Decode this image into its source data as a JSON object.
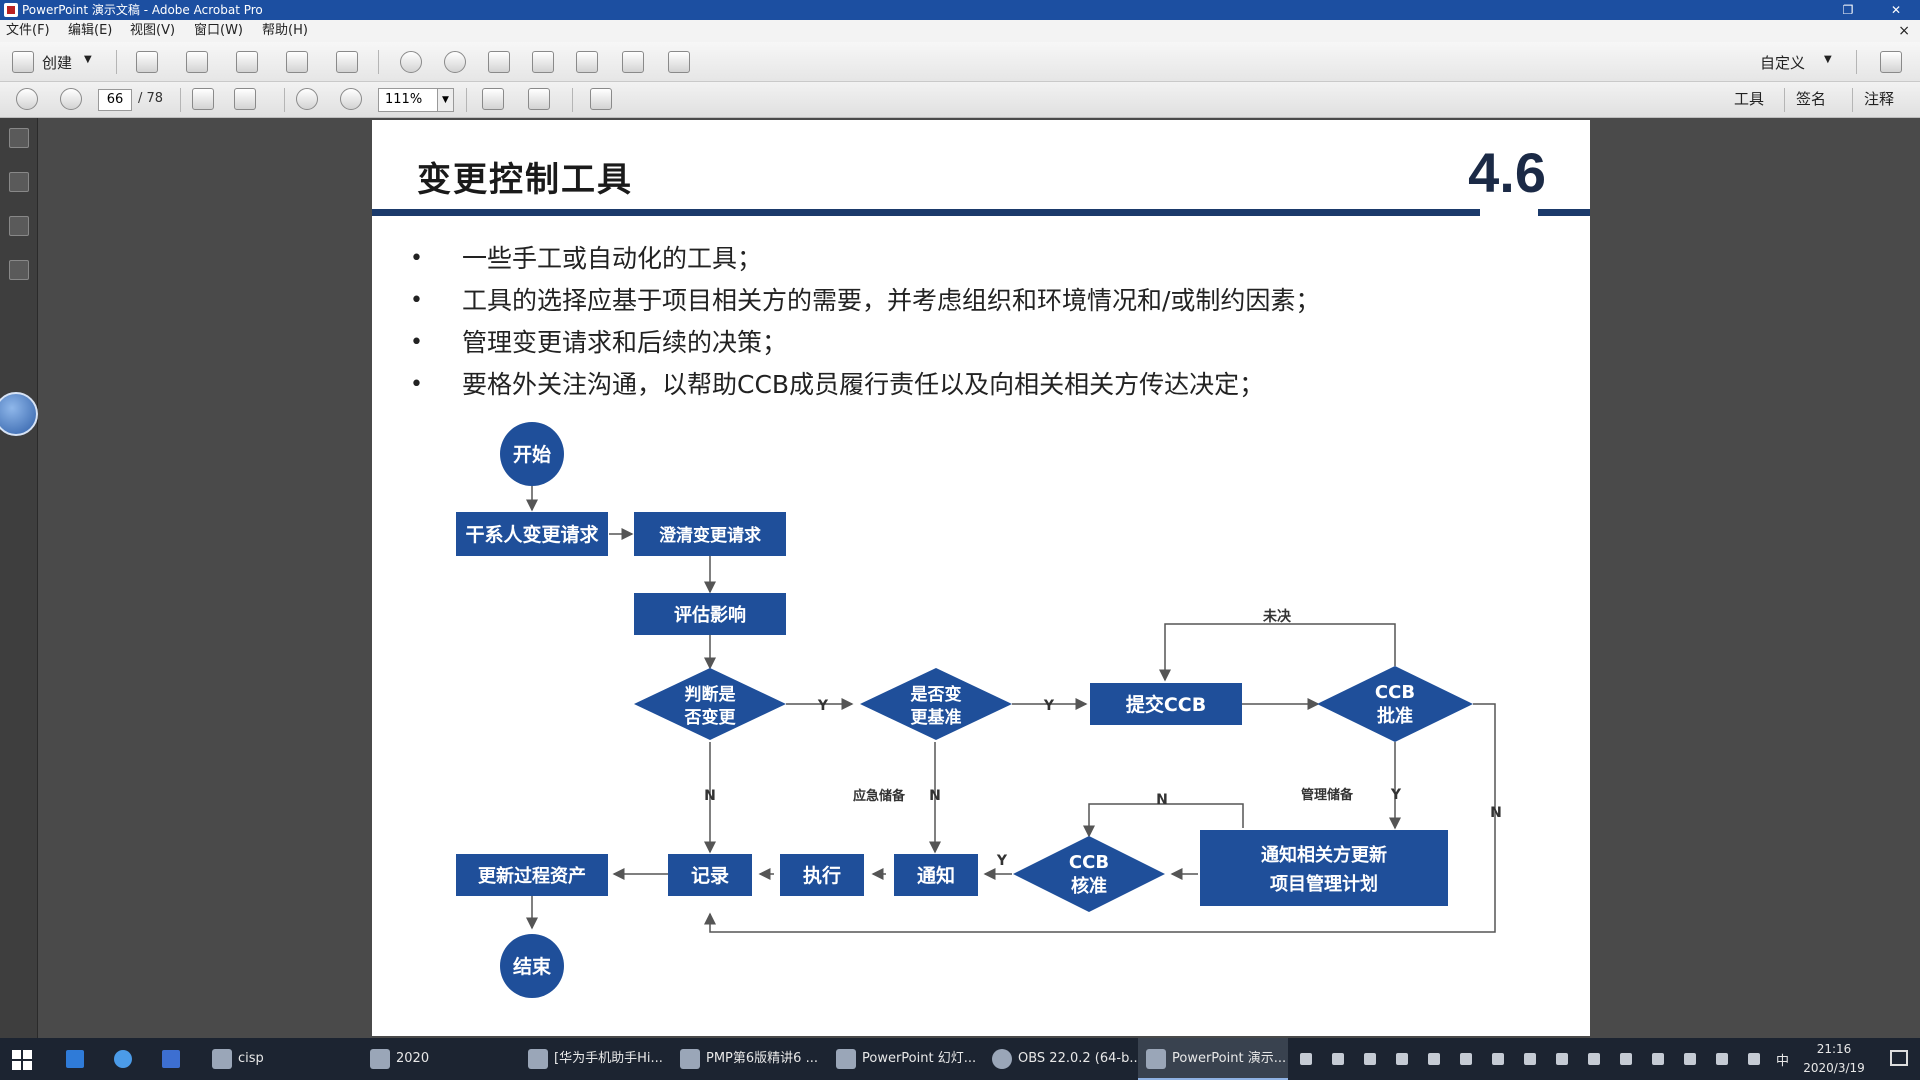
{
  "window": {
    "title": "PowerPoint 演示文稿 - Adobe Acrobat Pro",
    "restore_glyph": "❐",
    "close_glyph": "✕"
  },
  "menu": {
    "items": [
      "文件(F)",
      "编辑(E)",
      "视图(V)",
      "窗口(W)",
      "帮助(H)"
    ],
    "close_glyph": "×"
  },
  "toolbar": {
    "create_label": "创建",
    "customize_label": "自定义",
    "tools_label": "工具",
    "sign_label": "签名",
    "comment_label": "注释"
  },
  "navigation": {
    "current_page": "66",
    "total_pages": "/ 78",
    "zoom": "111%"
  },
  "slide": {
    "title": "变更控制工具",
    "section_number": "4.6",
    "bullets": [
      "一些手工或自动化的工具；",
      "工具的选择应基于项目相关方的需要，并考虑组织和环境情况和/或制约因素；",
      "管理变更请求和后续的决策；",
      "要格外关注沟通，以帮助CCB成员履行责任以及向相关相关方传达决定；"
    ],
    "flowchart": {
      "start": "开始",
      "end": "结束",
      "stakeholder_request": "干系人变更请求",
      "clarify_request": "澄清变更请求",
      "assess_impact": "评估影响",
      "judge_change_l1": "判断是",
      "judge_change_l2": "否变更",
      "change_baseline_l1": "是否变",
      "change_baseline_l2": "更基准",
      "submit_ccb": "提交CCB",
      "ccb_approve_l1": "CCB",
      "ccb_approve_l2": "批准",
      "pending": "未决",
      "contingency_reserve": "应急储备",
      "management_reserve": "管理储备",
      "update_assets": "更新过程资产",
      "record": "记录",
      "execute": "执行",
      "notify": "通知",
      "ccb_verify_l1": "CCB",
      "ccb_verify_l2": "核准",
      "notify_update_l1": "通知相关方更新",
      "notify_update_l2": "项目管理计划",
      "yes": "Y",
      "no": "N"
    }
  },
  "taskbar": {
    "items": [
      "cisp",
      "2020",
      "[华为手机助手Hi...",
      "PMP第6版精讲6 ...",
      "PowerPoint 幻灯...",
      "OBS 22.0.2 (64-b...",
      "PowerPoint 演示..."
    ],
    "ime": "中",
    "time": "21:16",
    "date": "2020/3/19"
  },
  "colors": {
    "accent_blue": "#1f4f9a",
    "title_bar": "#1c4fa1",
    "slide_rule": "#1b3a6b"
  }
}
